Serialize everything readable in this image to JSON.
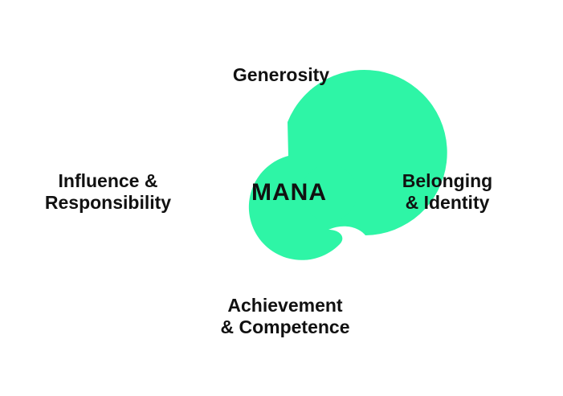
{
  "center": {
    "title": "MANA",
    "color": "#2EF5A6"
  },
  "labels": {
    "top": [
      "Generosity"
    ],
    "left": [
      "Influence &",
      "Responsibility"
    ],
    "right": [
      "Belonging",
      "& Identity"
    ],
    "bottom": [
      "Achievement",
      "& Competence"
    ]
  }
}
